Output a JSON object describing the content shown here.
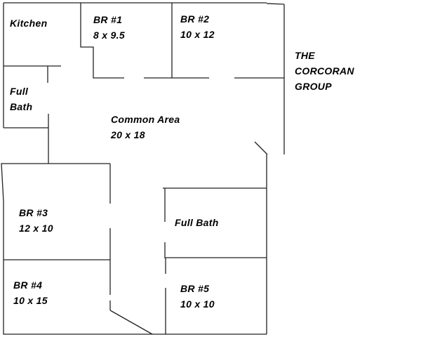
{
  "rooms": {
    "kitchen": {
      "name": "Kitchen"
    },
    "br1": {
      "name": "BR #1",
      "size": "8 x 9.5"
    },
    "br2": {
      "name": "BR #2",
      "size": "10 x 12"
    },
    "bath1": {
      "name_line1": "Full",
      "name_line2": "Bath"
    },
    "common": {
      "name": "Common Area",
      "size": "20 x 18"
    },
    "br3": {
      "name": "BR #3",
      "size": "12 x 10"
    },
    "br4": {
      "name": "BR #4",
      "size": "10 x 15"
    },
    "bath2": {
      "name": "Full Bath"
    },
    "br5": {
      "name": "BR #5",
      "size": "10 x 10"
    }
  },
  "brand": {
    "line1": "THE",
    "line2": "CORCORAN",
    "line3": "GROUP"
  }
}
